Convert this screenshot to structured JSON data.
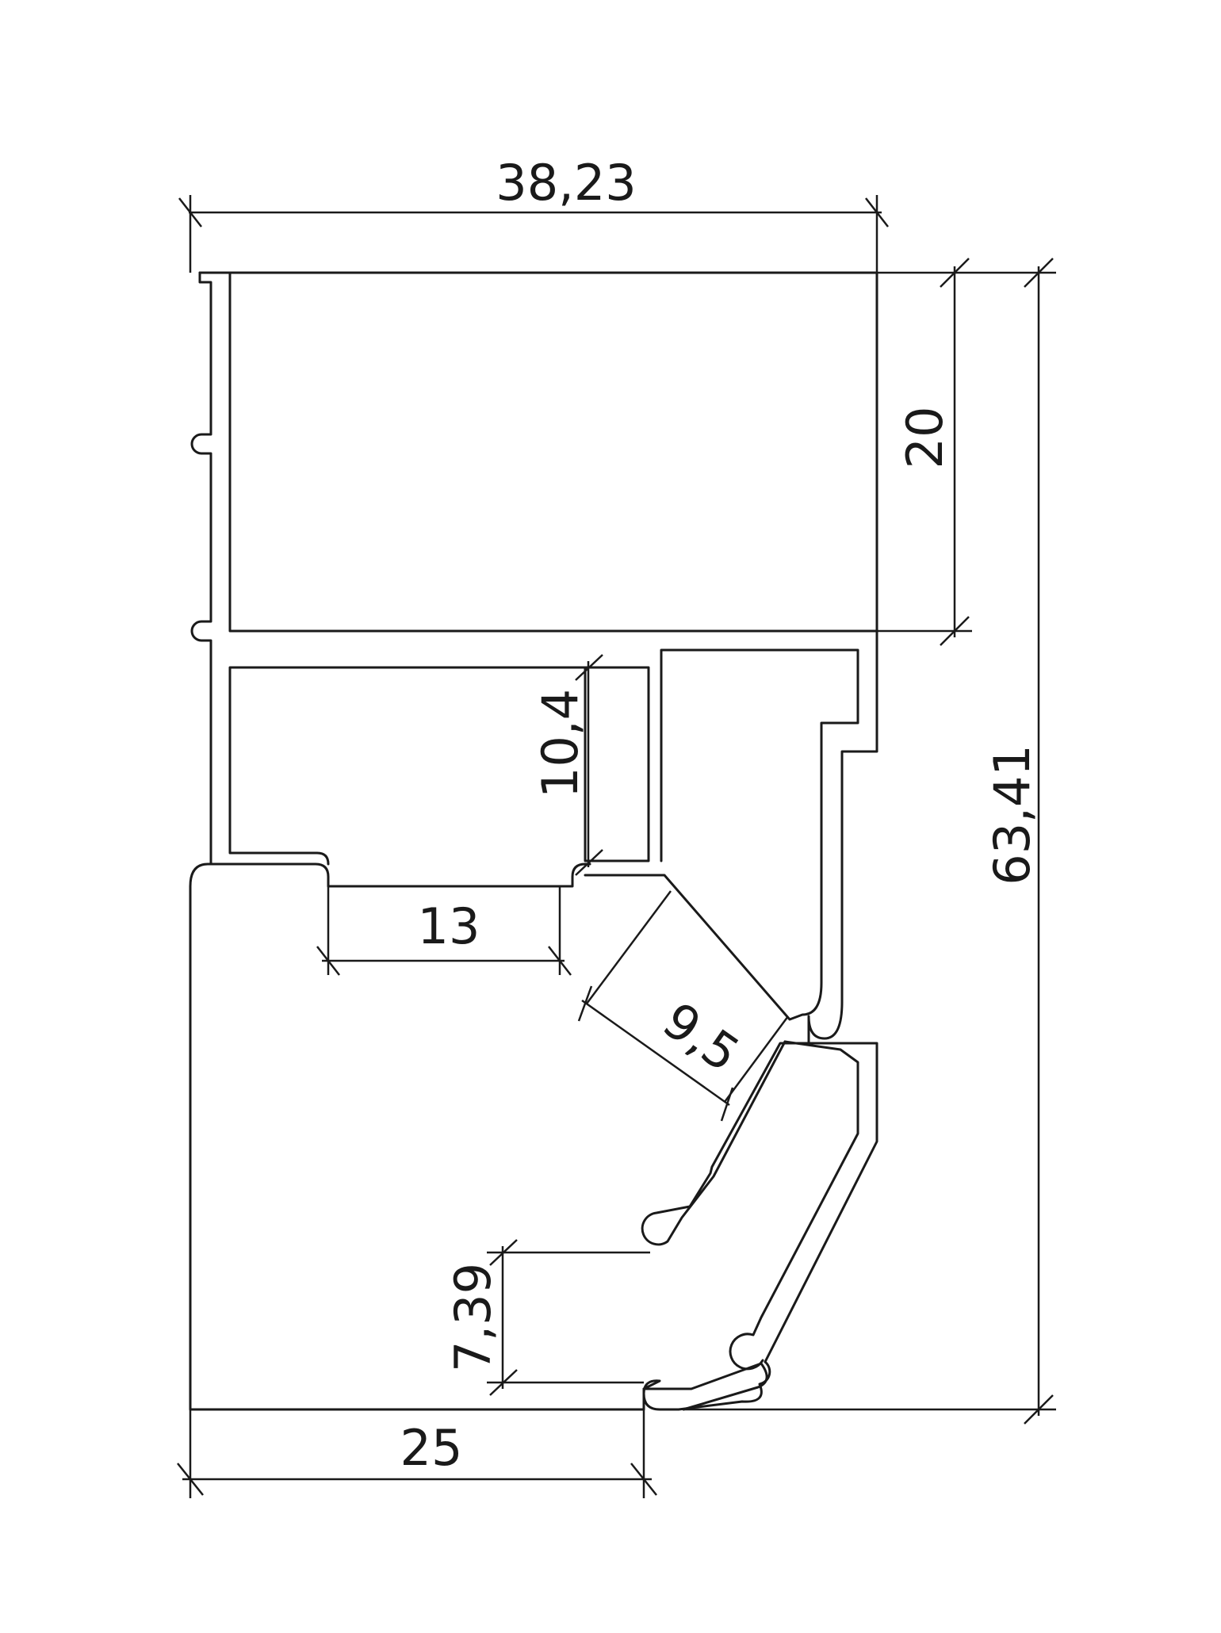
{
  "drawing": {
    "dimensions": {
      "overall_width": "38,23",
      "top_height": "20",
      "overall_height": "63,41",
      "inner_height": "10,4",
      "slot_width": "13",
      "diagonal": "9,5",
      "lip_height": "7,39",
      "bottom_width": "25"
    },
    "colors": {
      "stroke": "#1a1a1a",
      "background": "#ffffff"
    }
  }
}
